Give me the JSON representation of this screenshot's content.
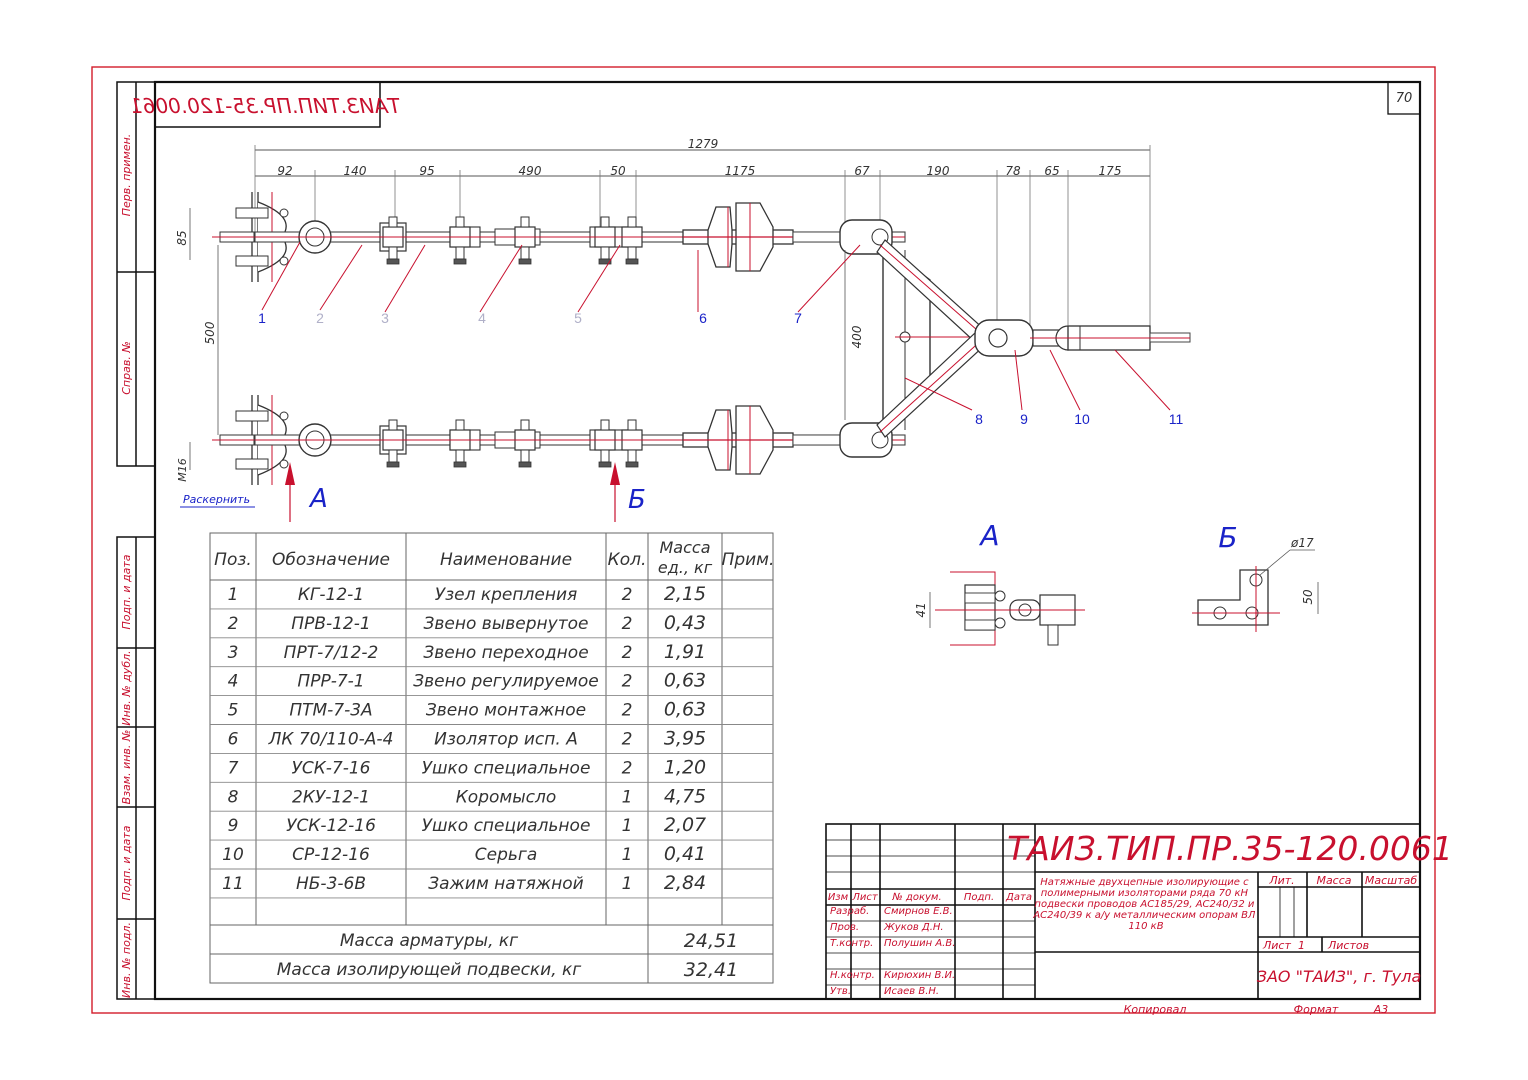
{
  "sheet_number": "70",
  "drawing_code": "ТАИЗ.ТИП.ПР.35-120.0061",
  "drawing_code_mirrored": "ТАИЗ.ТИП.ПР.35-120.0061",
  "side_labels": [
    "Перв. примен.",
    "Справ. №",
    "Подп. и дата",
    "Инв. № дубл.",
    "Взам. инв. №",
    "Подп. и дата",
    "Инв. № подл."
  ],
  "dimensions": {
    "overall": "1279",
    "segments": [
      "92",
      "140",
      "95",
      "490",
      "50",
      "1175",
      "67",
      "190",
      "78",
      "65",
      "175"
    ],
    "d85": "85",
    "d500": "500",
    "d400": "400",
    "m16": "М16",
    "raskernit": "Раскернить"
  },
  "position_callouts": [
    "1",
    "2",
    "3",
    "4",
    "5",
    "6",
    "7",
    "8",
    "9",
    "10",
    "11"
  ],
  "views": {
    "a_label": "А",
    "b_label": "Б",
    "a_dim": "41",
    "b_dim_diam": "ø17",
    "b_dim_50": "50"
  },
  "table": {
    "headers": [
      "Поз.",
      "Обозначение",
      "Наименование",
      "Кол.",
      "Масса ед., кг",
      "Прим."
    ],
    "rows": [
      [
        "1",
        "КГ-12-1",
        "Узел крепления",
        "2",
        "2,15",
        ""
      ],
      [
        "2",
        "ПРВ-12-1",
        "Звено вывернутое",
        "2",
        "0,43",
        ""
      ],
      [
        "3",
        "ПРТ-7/12-2",
        "Звено переходное",
        "2",
        "1,91",
        ""
      ],
      [
        "4",
        "ПРР-7-1",
        "Звено регулируемое",
        "2",
        "0,63",
        ""
      ],
      [
        "5",
        "ПТМ-7-3А",
        "Звено монтажное",
        "2",
        "0,63",
        ""
      ],
      [
        "6",
        "ЛК 70/110-А-4",
        "Изолятор исп. А",
        "2",
        "3,95",
        ""
      ],
      [
        "7",
        "УСК-7-16",
        "Ушко специальное",
        "2",
        "1,20",
        ""
      ],
      [
        "8",
        "2КУ-12-1",
        "Коромысло",
        "1",
        "4,75",
        ""
      ],
      [
        "9",
        "УСК-12-16",
        "Ушко специальное",
        "1",
        "2,07",
        ""
      ],
      [
        "10",
        "СР-12-16",
        "Серьга",
        "1",
        "0,41",
        ""
      ],
      [
        "11",
        "НБ-3-6В",
        "Зажим натяжной",
        "1",
        "2,84",
        ""
      ]
    ],
    "totals": [
      {
        "label": "Масса арматуры, кг",
        "value": "24,51"
      },
      {
        "label": "Масса изолирующей подвески, кг",
        "value": "32,41"
      }
    ]
  },
  "title_block": {
    "code": "ТАИЗ.ТИП.ПР.35-120.0061",
    "header_cols": [
      "Изм",
      "Лист",
      "№ докум.",
      "Подп.",
      "Дата"
    ],
    "roles": [
      {
        "role": "Разраб.",
        "name": "Смирнов Е.В."
      },
      {
        "role": "Пров.",
        "name": "Жуков Д.Н."
      },
      {
        "role": "Т.контр.",
        "name": "Полушин А.В."
      },
      {
        "role": "",
        "name": ""
      },
      {
        "role": "Н.контр.",
        "name": "Кирюхин В.И."
      },
      {
        "role": "Утв.",
        "name": "Исаев В.Н."
      }
    ],
    "description": [
      "Натяжные двухцепные изолирующие с",
      "полимерными изоляторами ряда 70 кН",
      "подвески проводов АС185/29, АС240/32 и",
      "АС240/39 к а/у металлическим опорам ВЛ",
      "110 кВ"
    ],
    "lit_label": "Лит.",
    "mass_label": "Масса",
    "scale_label": "Масштаб",
    "sheet_label": "Лист",
    "sheet_value": "1",
    "sheets_label": "Листов",
    "company": "ЗАО \"ТАИЗ\", г. Тула"
  },
  "footer": {
    "copied": "Копировал",
    "format_label": "Формат",
    "format_value": "А3"
  }
}
